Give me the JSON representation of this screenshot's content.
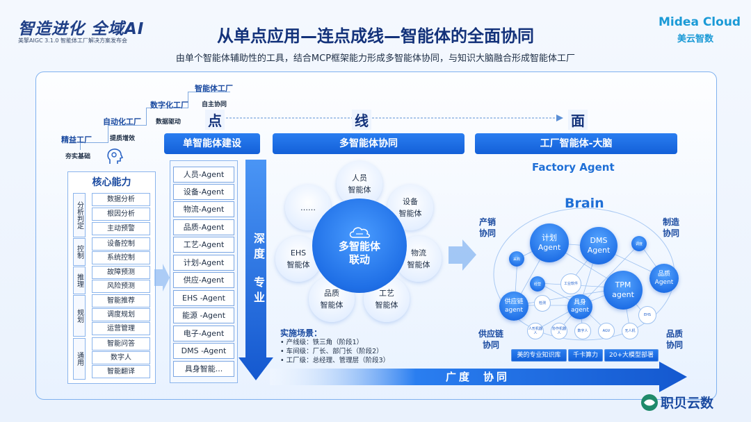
{
  "brand": {
    "title": "智造进化 全域AI",
    "subtitle": "美擎AIGC 3.1.0 智能体工厂解决方案发布会"
  },
  "logo": {
    "en": "Midea Cloud",
    "cn": "美云智数"
  },
  "title": "从单点应用—连点成线—智能体的全面协同",
  "subtitle": "由单个智能体辅助性的工具，结合MCP框架能力形成多智能体协同，与知识大脑融合形成智能体工厂",
  "stairs": [
    {
      "label": "精益工厂",
      "note": "夯实基础"
    },
    {
      "label": "自动化工厂",
      "note": "提质增效"
    },
    {
      "label": "数字化工厂",
      "note": "数据驱动"
    },
    {
      "label": "智能体工厂",
      "note": "自主协同"
    }
  ],
  "stages": {
    "point": "点",
    "line": "线",
    "face": "面"
  },
  "headers": {
    "single": "单智能体建设",
    "multi": "多智能体协同",
    "factory": "工厂智能体-大脑"
  },
  "core": {
    "title": "核心能力",
    "groups": [
      {
        "cat": "分析判定",
        "items": [
          "数据分析",
          "根因分析",
          "主动预警"
        ]
      },
      {
        "cat": "控制",
        "items": [
          "设备控制",
          "系统控制"
        ]
      },
      {
        "cat": "推理",
        "items": [
          "故障预测",
          "风险预测"
        ]
      },
      {
        "cat": "规划",
        "items": [
          "智能推荐",
          "调度规划",
          "运营管理"
        ]
      },
      {
        "cat": "通用",
        "items": [
          "智能问答",
          "数字人",
          "智能翻译"
        ]
      }
    ]
  },
  "agents": [
    "人员-Agent",
    "设备-Agent",
    "物流-Agent",
    "品质-Agent",
    "工艺-Agent",
    "计划-Agent",
    "供应-Agent",
    "EHS -Agent",
    "能源 -Agent",
    "电子-Agent",
    "DMS -Agent",
    "具身智能..."
  ],
  "deep": {
    "depth": "深度",
    "pro": "专业"
  },
  "multi": {
    "center": [
      "多智能体",
      "联动"
    ],
    "petals": [
      {
        "l1": "人员",
        "l2": "智能体"
      },
      {
        "l1": "设备",
        "l2": "智能体"
      },
      {
        "l1": "物流",
        "l2": "智能体"
      },
      {
        "l1": "工艺",
        "l2": "智能体"
      },
      {
        "l1": "品质",
        "l2": "智能体"
      },
      {
        "l1": "EHS",
        "l2": "智能体"
      },
      {
        "l1": "……",
        "l2": ""
      }
    ]
  },
  "scenes": {
    "title": "实施场景：",
    "items": [
      "产线级：铁三角（阶段1）",
      "车间级：厂长、部门长（阶段2）",
      "工厂级：总经理、管理层（阶段3）"
    ]
  },
  "brain": {
    "factory_agent": "Factory Agent",
    "brain": "Brain",
    "big": [
      {
        "l1": "计划",
        "l2": "Agent"
      },
      {
        "l1": "DMS",
        "l2": "Agent"
      },
      {
        "l1": "TPM",
        "l2": "agent"
      },
      {
        "l1": "品质",
        "l2": "Agent"
      },
      {
        "l1": "供应链",
        "l2": "agent"
      },
      {
        "l1": "具身",
        "l2": "agent"
      }
    ],
    "small": [
      "采购",
      "调度",
      "经营",
      "工业软件",
      "检测",
      "EHS",
      "人形机器人",
      "协作机器人",
      "数字人",
      "AGV",
      "无人机"
    ],
    "labels": {
      "prod_sales": [
        "产销",
        "协同"
      ],
      "manu": [
        "制造",
        "协同"
      ],
      "supply": [
        "供应链",
        "协同"
      ],
      "quality": [
        "品质",
        "协同"
      ]
    },
    "chips": [
      "美的专业知识库",
      "千卡算力",
      "20+大模型部署"
    ]
  },
  "bottom": {
    "breadth": "广度",
    "collab": "协同"
  },
  "watermark": "职贝云数"
}
